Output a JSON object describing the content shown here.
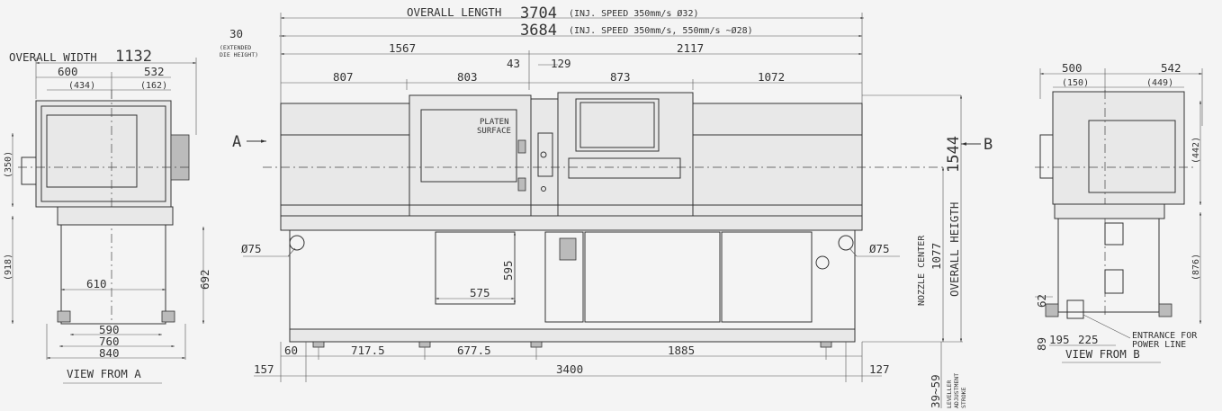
{
  "center": {
    "overall_length_label": "OVERALL LENGTH",
    "overall_length_1": "3704",
    "inj_speed_1": "(INJ. SPEED  350mm/s Ø32)",
    "overall_length_2": "3684",
    "inj_speed_2": "(INJ. SPEED  350mm/s, 550mm/s ~Ø28)",
    "die_height_value": "30",
    "die_height_note_1": "(EXTENDED",
    "die_height_note_2": "DIE HEIGHT)",
    "dim_1567": "1567",
    "dim_2117": "2117",
    "dim_43": "43",
    "dim_129": "129",
    "dim_807": "807",
    "dim_803": "803",
    "dim_873": "873",
    "dim_1072": "1072",
    "platen_1": "PLATEN",
    "platen_2": "SURFACE",
    "arrow_a": "A",
    "arrow_b": "B",
    "phi75_left": "Ø75",
    "phi75_right": "Ø75",
    "dim_595": "595",
    "dim_575": "575",
    "nozzle_center": "NOZZLE CENTER",
    "dim_1077": "1077",
    "overall_height_label": "OVERALL HEIGTH",
    "overall_height_value": "1544",
    "dim_60": "60",
    "dim_717_5": "717.5",
    "dim_677_5": "677.5",
    "dim_1885": "1885",
    "dim_157": "157",
    "dim_3400": "3400",
    "dim_127": "127",
    "leveller_value": "39~59",
    "leveller_1": "LEVELLER",
    "leveller_2": "ADJUSTMENT",
    "leveller_3": "STROKE"
  },
  "view_a": {
    "overall_width_label": "OVERALL WIDTH",
    "overall_width_value": "1132",
    "dim_600": "600",
    "dim_532": "532",
    "dim_434": "(434)",
    "dim_162": "(162)",
    "dim_350": "(350)",
    "dim_918": "(918)",
    "dim_692": "692",
    "dim_610": "610",
    "dim_590": "590",
    "dim_760": "760",
    "dim_840": "840",
    "caption": "VIEW FROM A"
  },
  "view_b": {
    "dim_500": "500",
    "dim_542": "542",
    "dim_150": "(150)",
    "dim_449": "(449)",
    "dim_442": "(442)",
    "dim_876": "(876)",
    "dim_62": "62",
    "dim_89": "89",
    "dim_195": "195",
    "dim_225": "225",
    "entrance_1": "ENTRANCE FOR",
    "entrance_2": "POWER LINE",
    "caption": "VIEW FROM B"
  }
}
